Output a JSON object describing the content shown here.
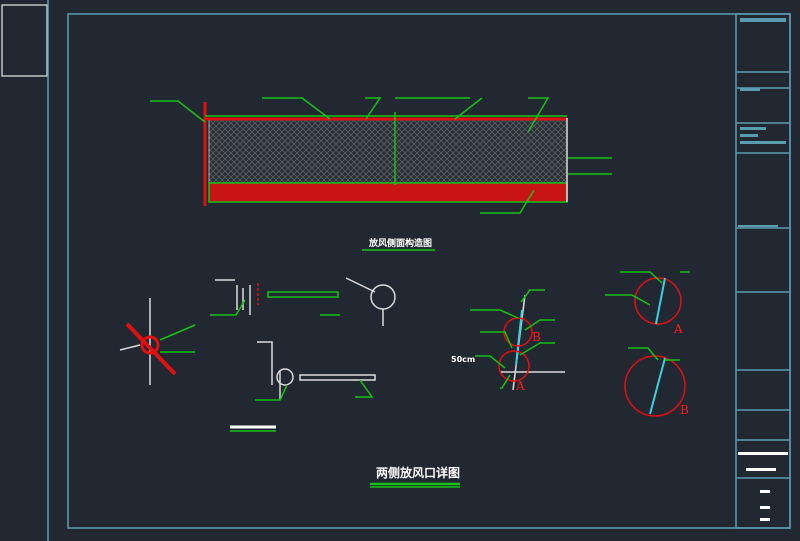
{
  "drawing": {
    "main_title": "两侧放风口详图",
    "section_title": "放风侧面构造图",
    "dimension_label": "50cm",
    "detail_marks": [
      "A",
      "B"
    ],
    "colors": {
      "background": "#222831",
      "frame": "#5b9db0",
      "leader": "#16c216",
      "section": "#e01010"
    }
  }
}
